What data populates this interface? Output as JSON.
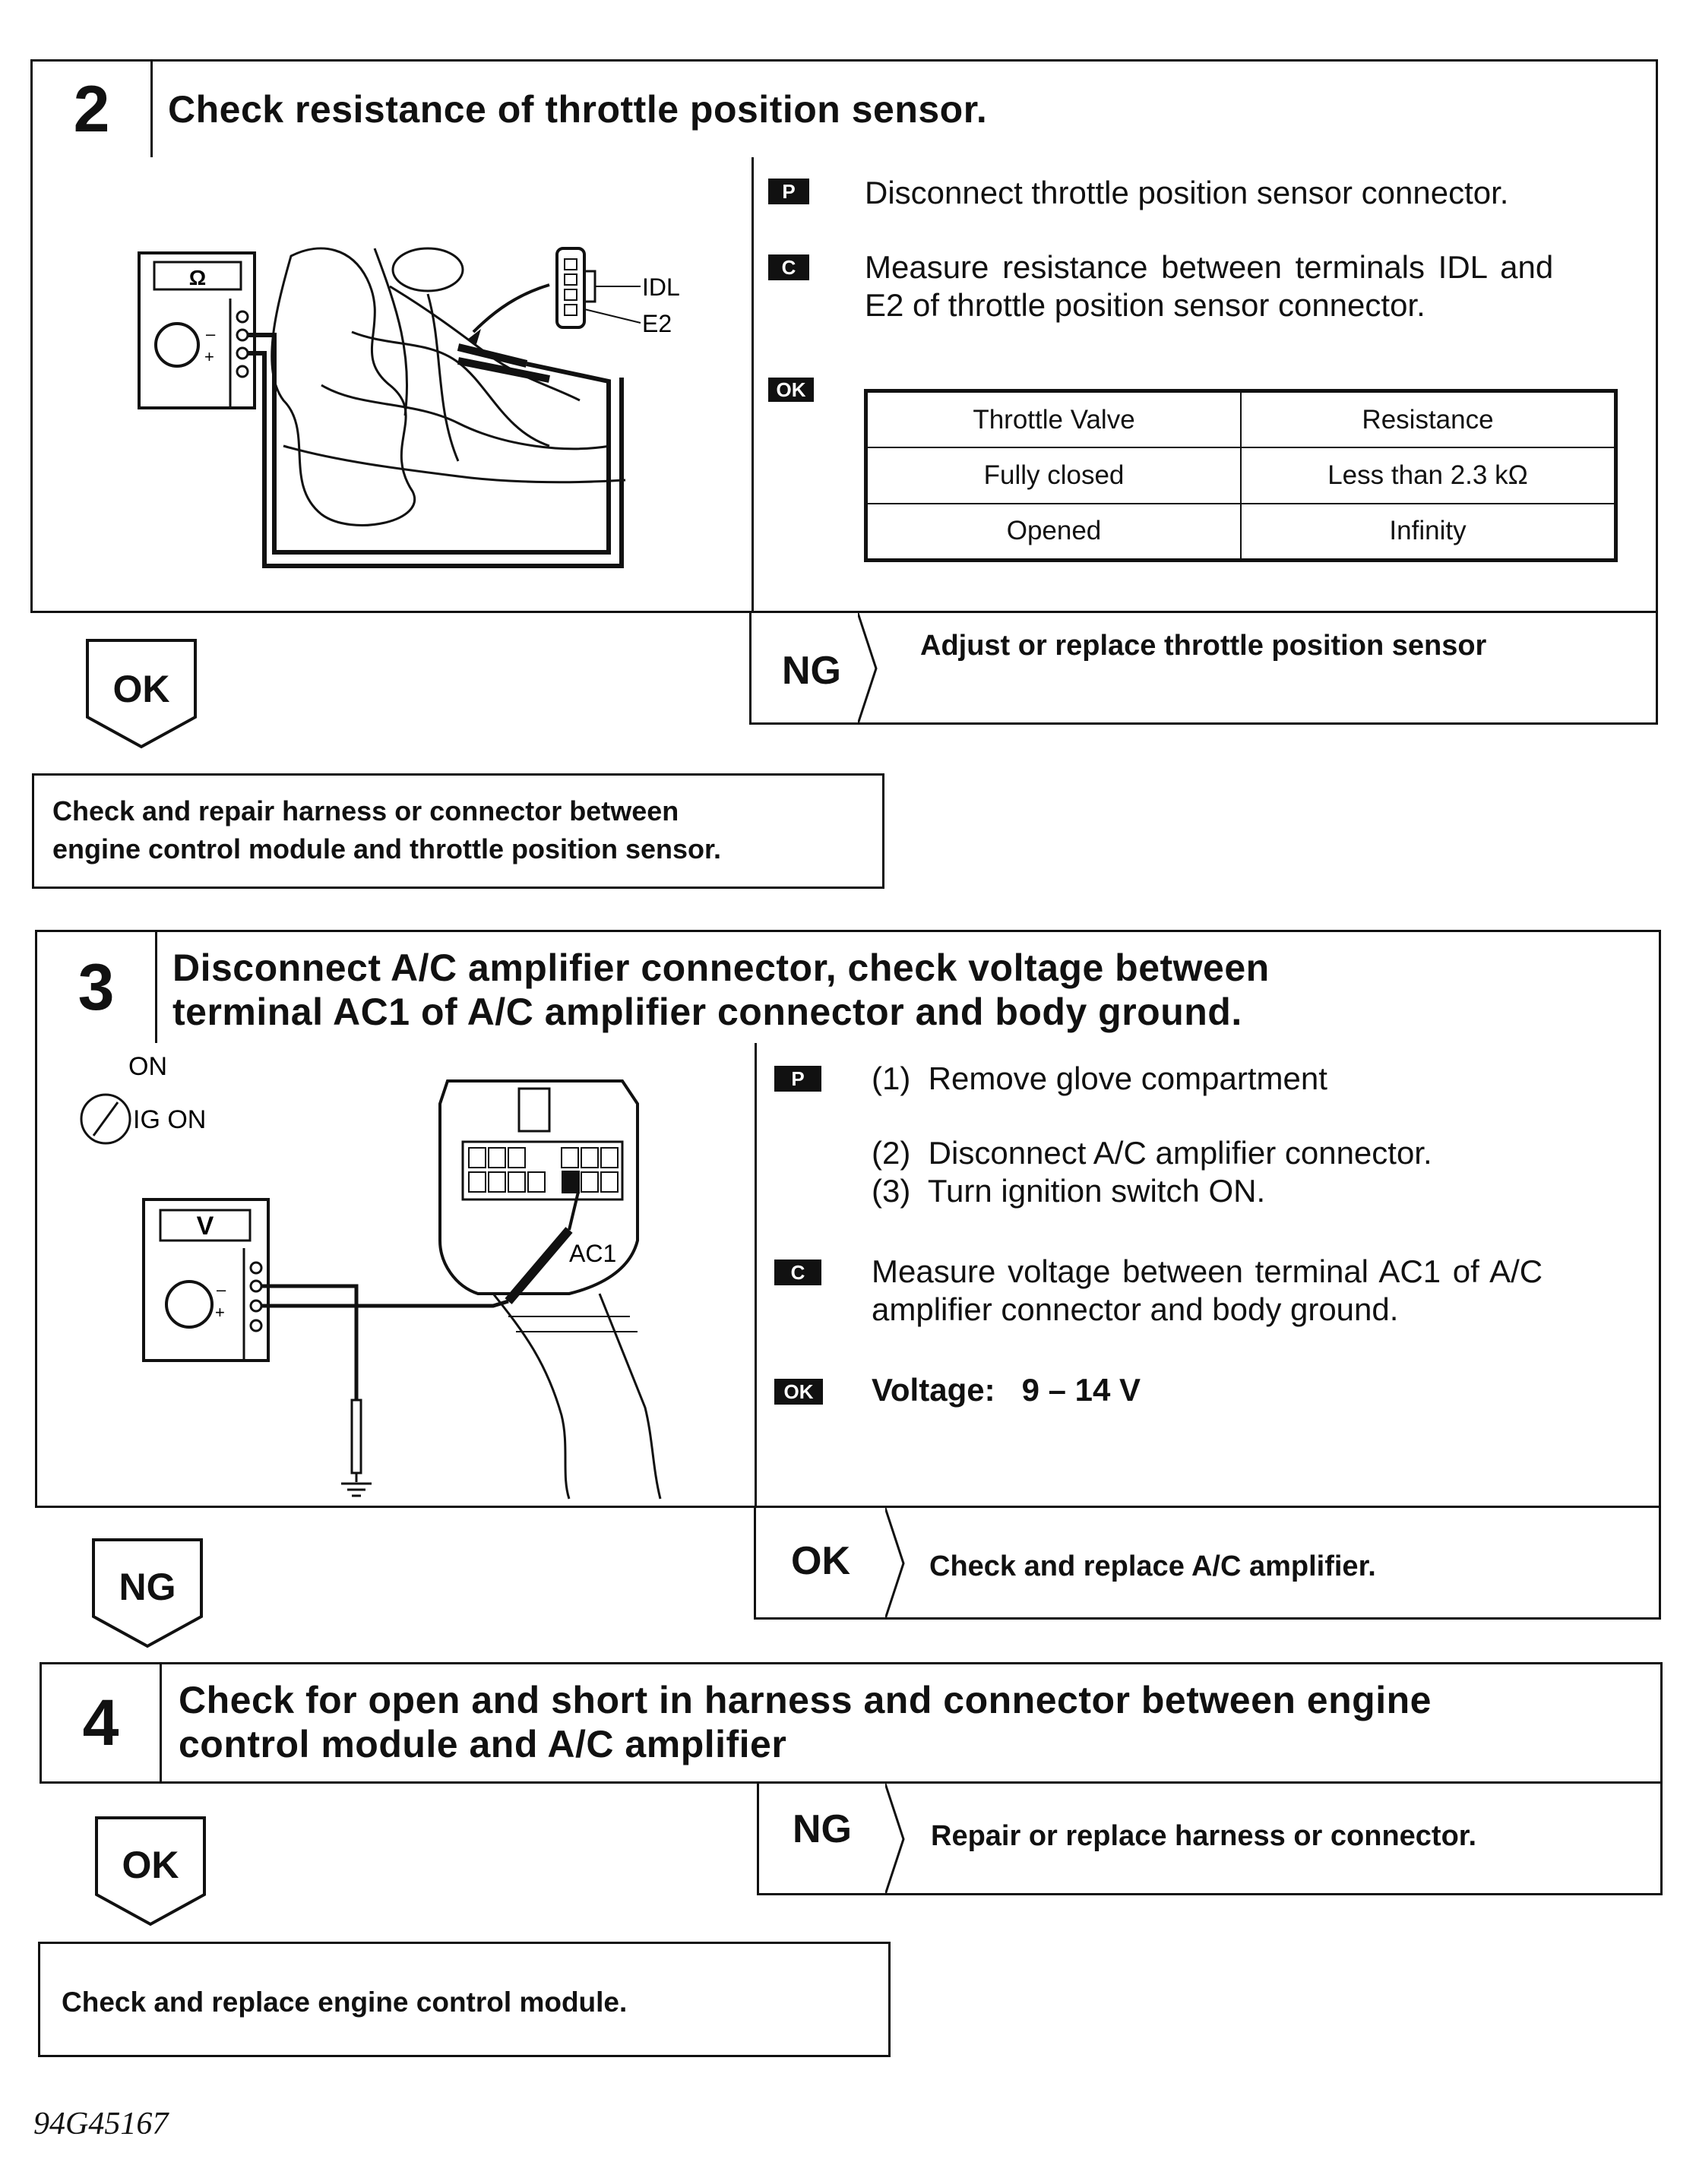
{
  "step2": {
    "number": "2",
    "title": "Check resistance of throttle position sensor.",
    "diagram": {
      "meter_symbol": "Ω",
      "label_idl": "IDL",
      "label_e2": "E2"
    },
    "prep_badge": "P",
    "prep_text": "Disconnect throttle position sensor connector.",
    "check_badge": "C",
    "check_text_line1": "Measure resistance between terminals IDL and",
    "check_text_line2": "E2 of throttle position sensor connector.",
    "ok_badge": "OK",
    "table": {
      "headers": [
        "Throttle Valve",
        "Resistance"
      ],
      "rows": [
        [
          "Fully closed",
          "Less than 2.3 kΩ"
        ],
        [
          "Opened",
          "Infinity"
        ]
      ]
    },
    "ng_label": "NG",
    "ng_action": "Adjust or replace throttle position sensor",
    "ok_label": "OK",
    "next_box_line1": "Check and repair harness or connector between",
    "next_box_line2": "engine control module and throttle position sensor."
  },
  "step3": {
    "number": "3",
    "title_line1": "Disconnect A/C amplifier connector, check voltage between",
    "title_line2": "terminal AC1 of A/C amplifier connector and body ground.",
    "diagram": {
      "switch_top": "ON",
      "switch_label": "IG ON",
      "meter_symbol": "V",
      "terminal_label": "AC1"
    },
    "prep_badge": "P",
    "prep_step1": "(1)  Remove glove compartment",
    "prep_step2": "(2)  Disconnect A/C amplifier connector.",
    "prep_step3": "(3)  Turn ignition switch ON.",
    "check_badge": "C",
    "check_text_line1": "Measure voltage between terminal AC1 of A/C",
    "check_text_line2": "amplifier connector and body ground.",
    "ok_badge": "OK",
    "spec": "Voltage:   9 – 14 V",
    "ok_label": "OK",
    "ok_action": "Check and replace A/C amplifier.",
    "ng_label": "NG"
  },
  "step4": {
    "number": "4",
    "title_line1": "Check for open and short in harness and connector between engine",
    "title_line2": "control module and A/C amplifier",
    "ng_label": "NG",
    "ng_action": "Repair or replace harness or connector.",
    "ok_label": "OK",
    "final_box": "Check and replace engine control module."
  },
  "figure_ref": "94G45167"
}
